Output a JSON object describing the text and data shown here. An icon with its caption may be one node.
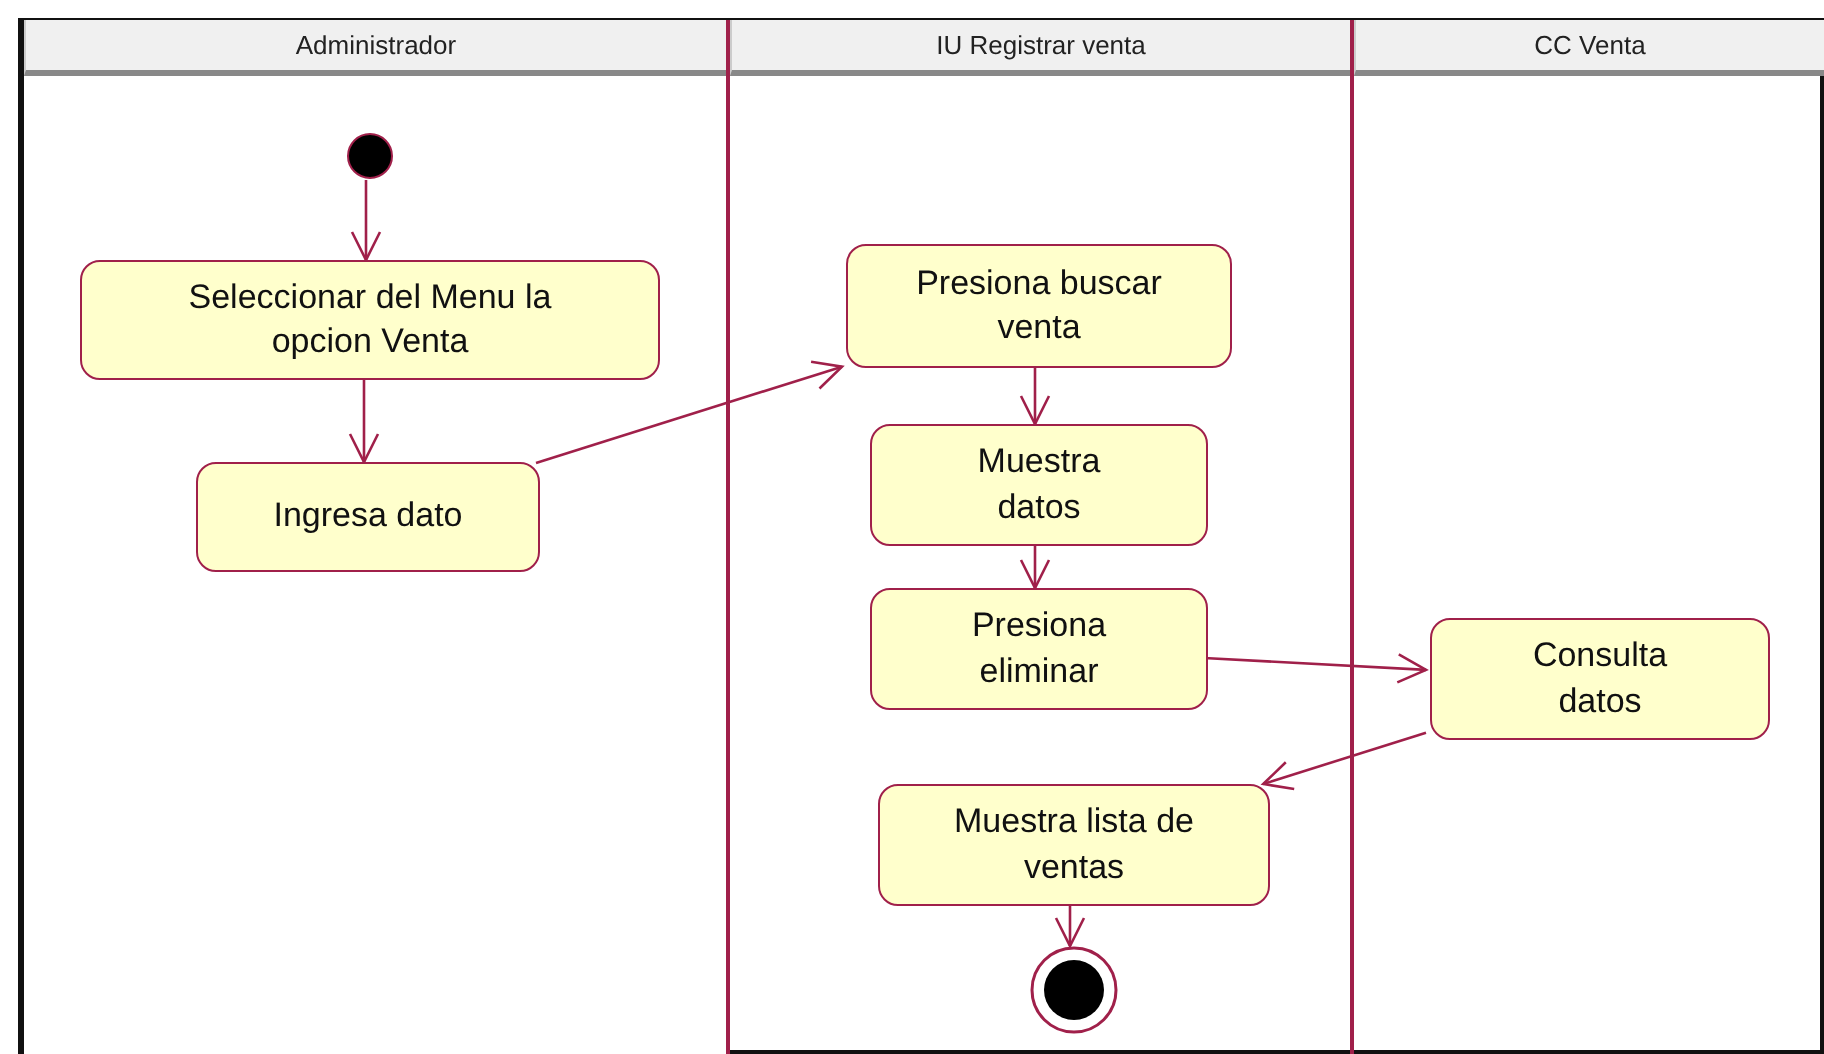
{
  "diagram": {
    "nodes": [
      {
        "text": [
          "Administrador"
        ]
      },
      {
        "text": [
          "IU Registrar venta"
        ]
      },
      {
        "text": [
          "CC Venta"
        ]
      },
      {
        "text": [],
        "shape": "circle",
        "in": 0
      },
      {
        "text": [
          "Seleccionar del Menu la opcion Venta"
        ],
        "in": 0
      },
      {
        "text": [
          "Ingresa dato"
        ],
        "in": 0
      },
      {
        "text": [
          "Presiona buscar venta"
        ],
        "in": 1
      },
      {
        "text": [
          "Muestra datos"
        ],
        "in": 1
      },
      {
        "text": [
          "Presiona eliminar"
        ],
        "in": 1
      },
      {
        "text": [
          "Muestra lista de ventas"
        ],
        "in": 1
      },
      {
        "text": [],
        "shape": "circle",
        "in": 1
      },
      {
        "text": [
          "Consulta datos"
        ],
        "in": 2
      }
    ],
    "edges": [
      {
        "from": 3,
        "to": 4,
        "arrow": "to"
      },
      {
        "from": 4,
        "to": 5,
        "arrow": "to"
      },
      {
        "from": 5,
        "to": 6,
        "arrow": "to"
      },
      {
        "from": 6,
        "to": 7,
        "arrow": "to"
      },
      {
        "from": 7,
        "to": 8,
        "arrow": "to"
      },
      {
        "from": 8,
        "to": 11,
        "arrow": "to"
      },
      {
        "from": 11,
        "to": 9,
        "arrow": "to"
      },
      {
        "from": 9,
        "to": 10,
        "arrow": "to"
      }
    ]
  }
}
